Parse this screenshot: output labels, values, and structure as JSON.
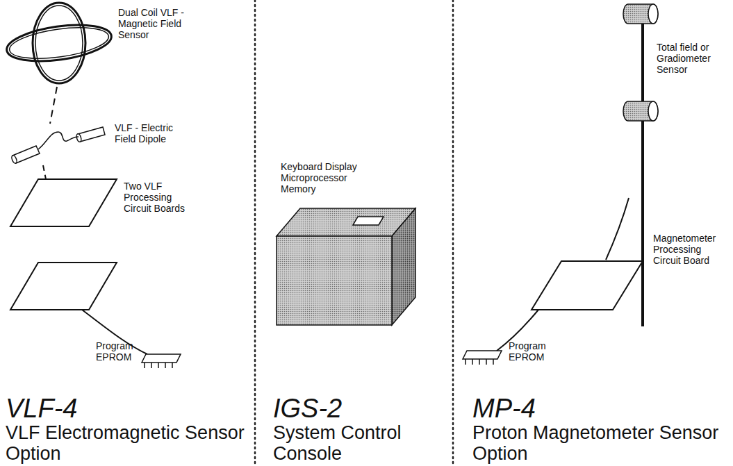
{
  "diagram": {
    "labels": [
      "Dual Coil VLF - Magnetic Field Sensor",
      "VLF - Electric Field Dipole",
      "Two VLF Processing Circuit Boards",
      "Program EPROM",
      "VLF-4",
      "VLF Electromagnetic Sensor Option",
      "Keyboard Display Microprocessor Memory",
      "IGS-2",
      "System Control Console",
      "Total field or Gradiometer Sensor",
      "Magnetometer Processing Circuit Board",
      "Program EPROM",
      "MP-4",
      "Proton Magnetometer Sensor Option"
    ]
  }
}
